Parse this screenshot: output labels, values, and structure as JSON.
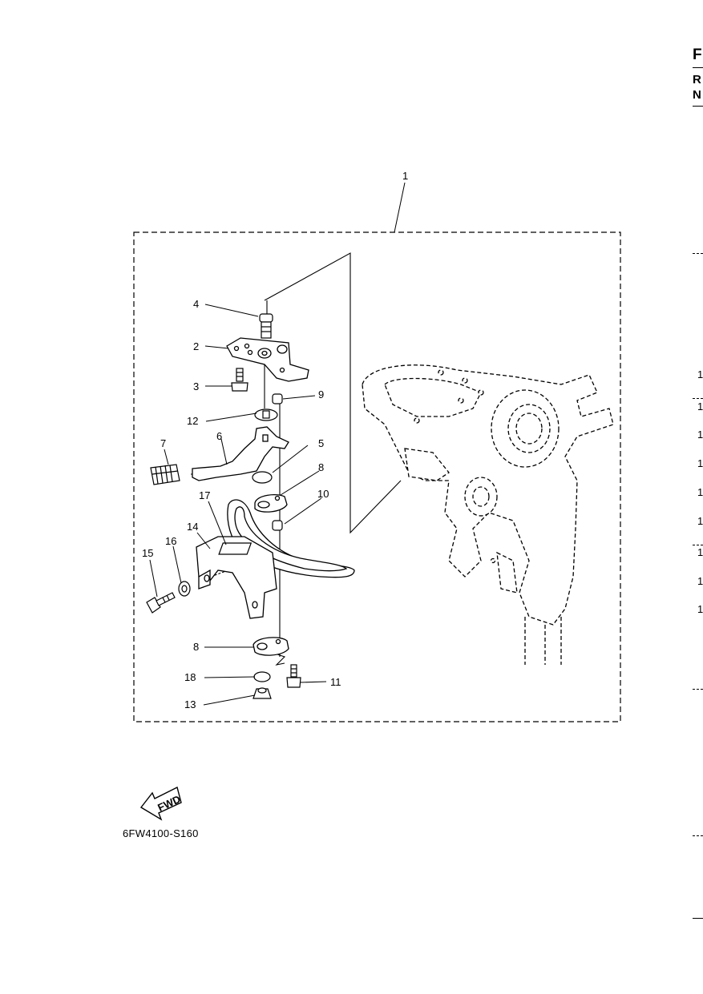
{
  "diagram": {
    "part_labels": [
      "1",
      "2",
      "3",
      "4",
      "5",
      "6",
      "7",
      "8",
      "9",
      "10",
      "11",
      "12",
      "13",
      "14",
      "15",
      "16",
      "17",
      "18",
      "8"
    ],
    "fwd_label": "FWD",
    "drawing_code": "6FW4100-S160"
  },
  "right_edge": {
    "header_letters": [
      "F",
      "R",
      "N"
    ],
    "row_digits": [
      "1",
      "1",
      "1",
      "1",
      "1",
      "1",
      "1",
      "1",
      "1"
    ]
  }
}
